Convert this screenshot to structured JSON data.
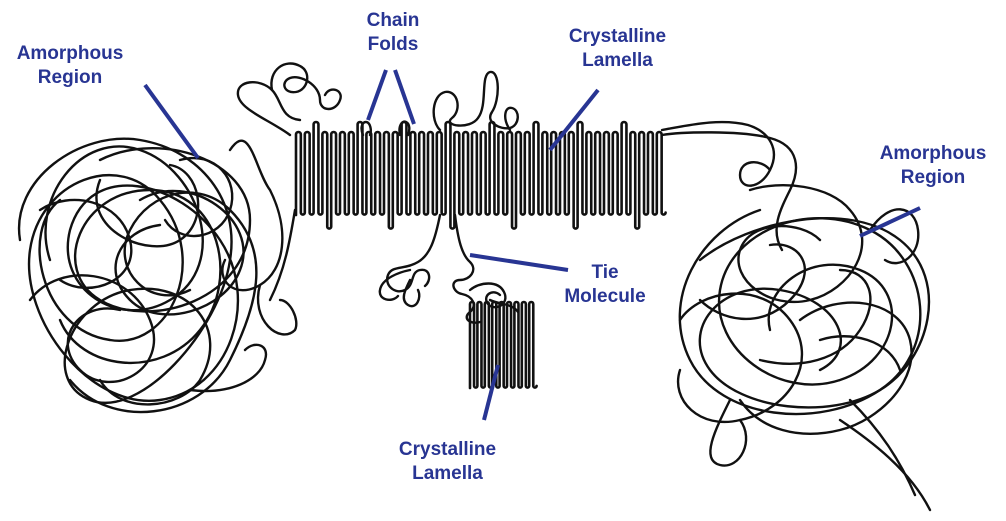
{
  "labels": {
    "amorphous_left": [
      "Amorphous",
      "Region"
    ],
    "chain_folds": [
      "Chain",
      "Folds"
    ],
    "crystalline_top": [
      "Crystalline",
      "Lamella"
    ],
    "amorphous_right": [
      "Amorphous",
      "Region"
    ],
    "tie_molecule": [
      "Tie",
      "Molecule"
    ],
    "crystalline_bottom": [
      "Crystalline",
      "Lamella"
    ]
  },
  "colors": {
    "chain": "#111111",
    "leader": "#283593",
    "label": "#283593"
  }
}
